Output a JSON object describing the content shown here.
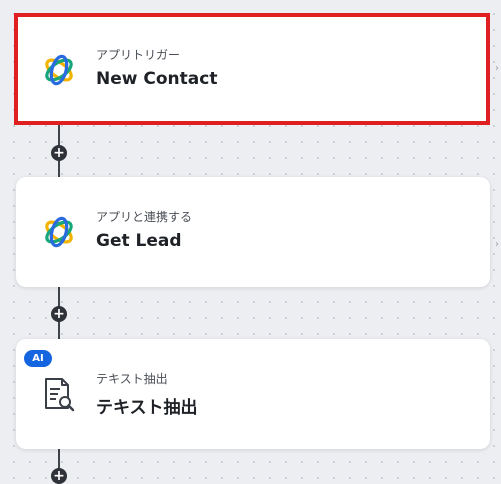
{
  "flow": {
    "steps": [
      {
        "subtitle": "アプリトリガー",
        "title": "New Contact",
        "icon": "app-integration-icon",
        "selected": true
      },
      {
        "subtitle": "アプリと連携する",
        "title": "Get Lead",
        "icon": "app-integration-icon",
        "selected": false
      },
      {
        "subtitle": "テキスト抽出",
        "title": "テキスト抽出",
        "icon": "document-search-icon",
        "badge": "AI",
        "selected": false
      }
    ],
    "add_step_symbol": "+"
  },
  "colors": {
    "selected_border": "#e02020",
    "ai_badge": "#1565e0",
    "connector": "#3f434a",
    "canvas": "#eceef2"
  }
}
